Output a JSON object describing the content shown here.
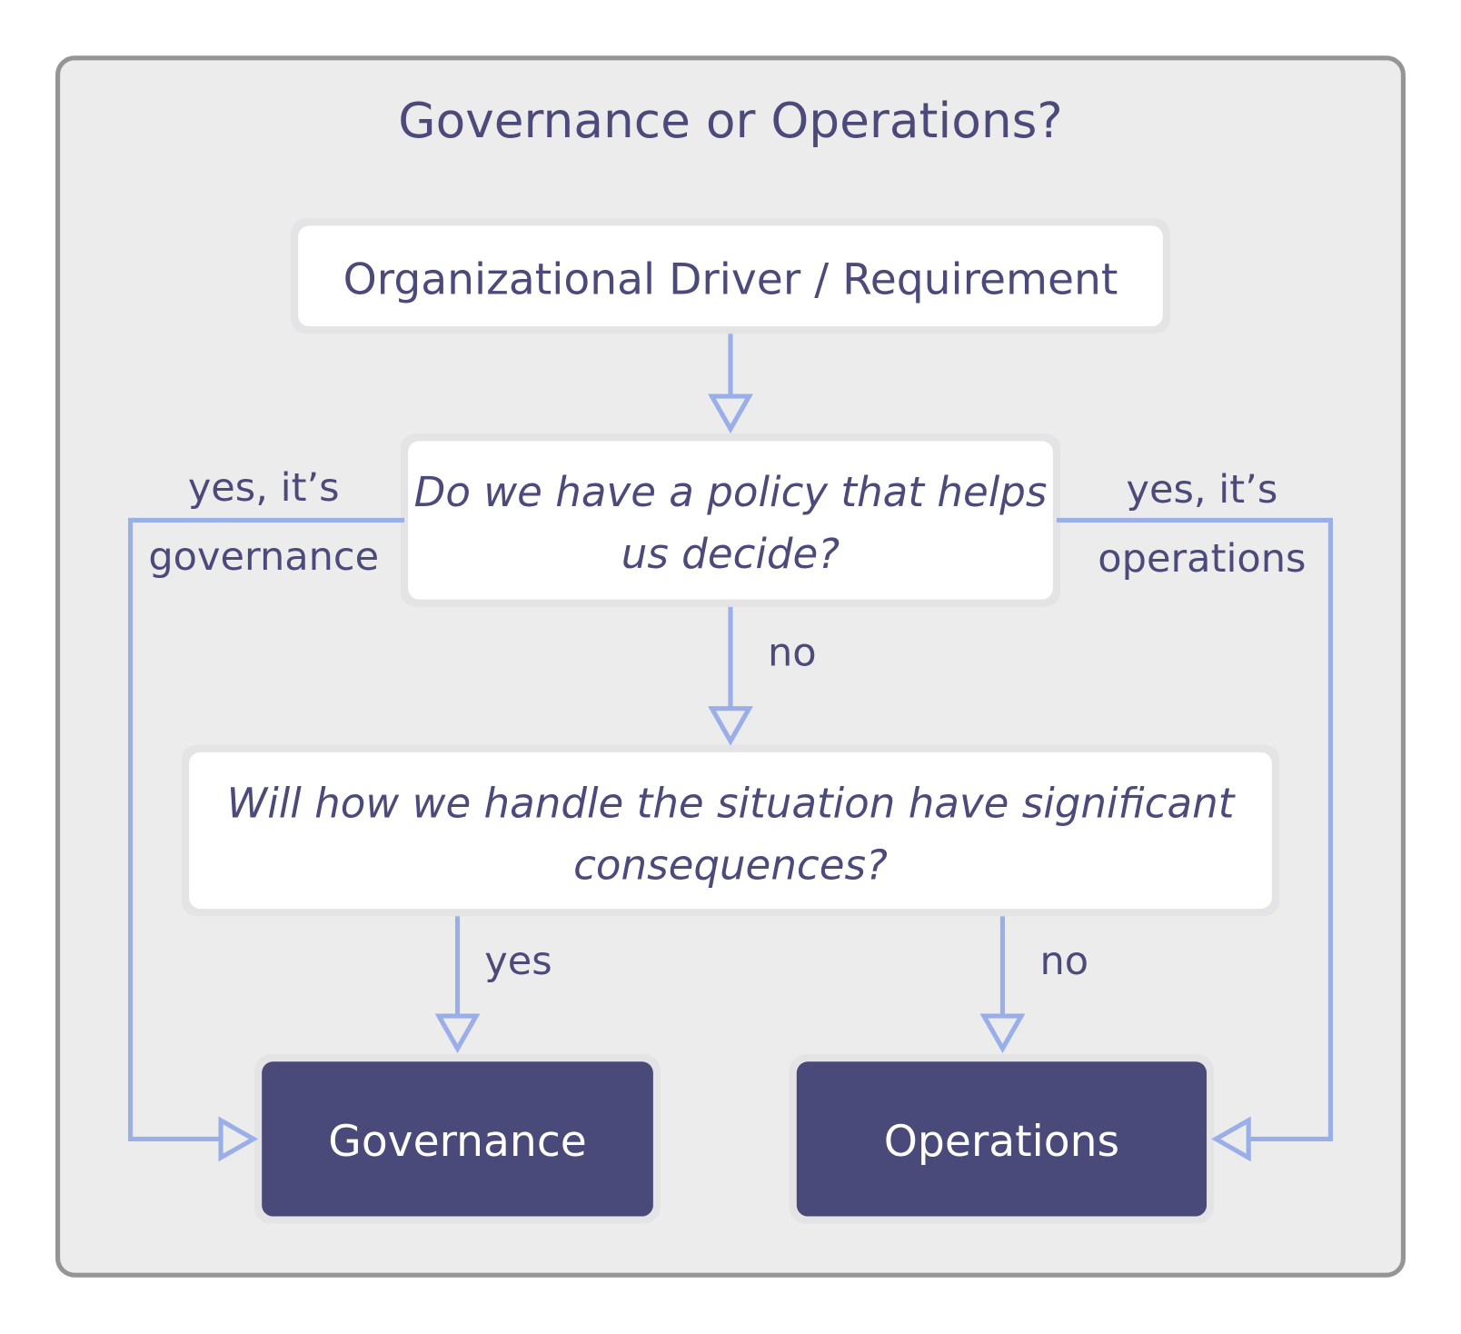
{
  "title": "Governance or Operations?",
  "nodes": {
    "driver": "Organizational Driver / Requirement",
    "policy_q": [
      "Do we have a policy that helps",
      "us decide?"
    ],
    "consequence_q": [
      "Will how we handle the situation have significant",
      "consequences?"
    ],
    "governance": "Governance",
    "operations": "Operations"
  },
  "edges": {
    "left": [
      "yes, it’s",
      "governance"
    ],
    "right": [
      "yes, it’s",
      "operations"
    ],
    "no_mid": "no",
    "yes": "yes",
    "no": "no"
  },
  "colors": {
    "text": "#4b4a7b",
    "arrow": "#9aaee8",
    "dark_box": "#4a4a7a",
    "panel": "#ececec",
    "border": "#959595"
  }
}
